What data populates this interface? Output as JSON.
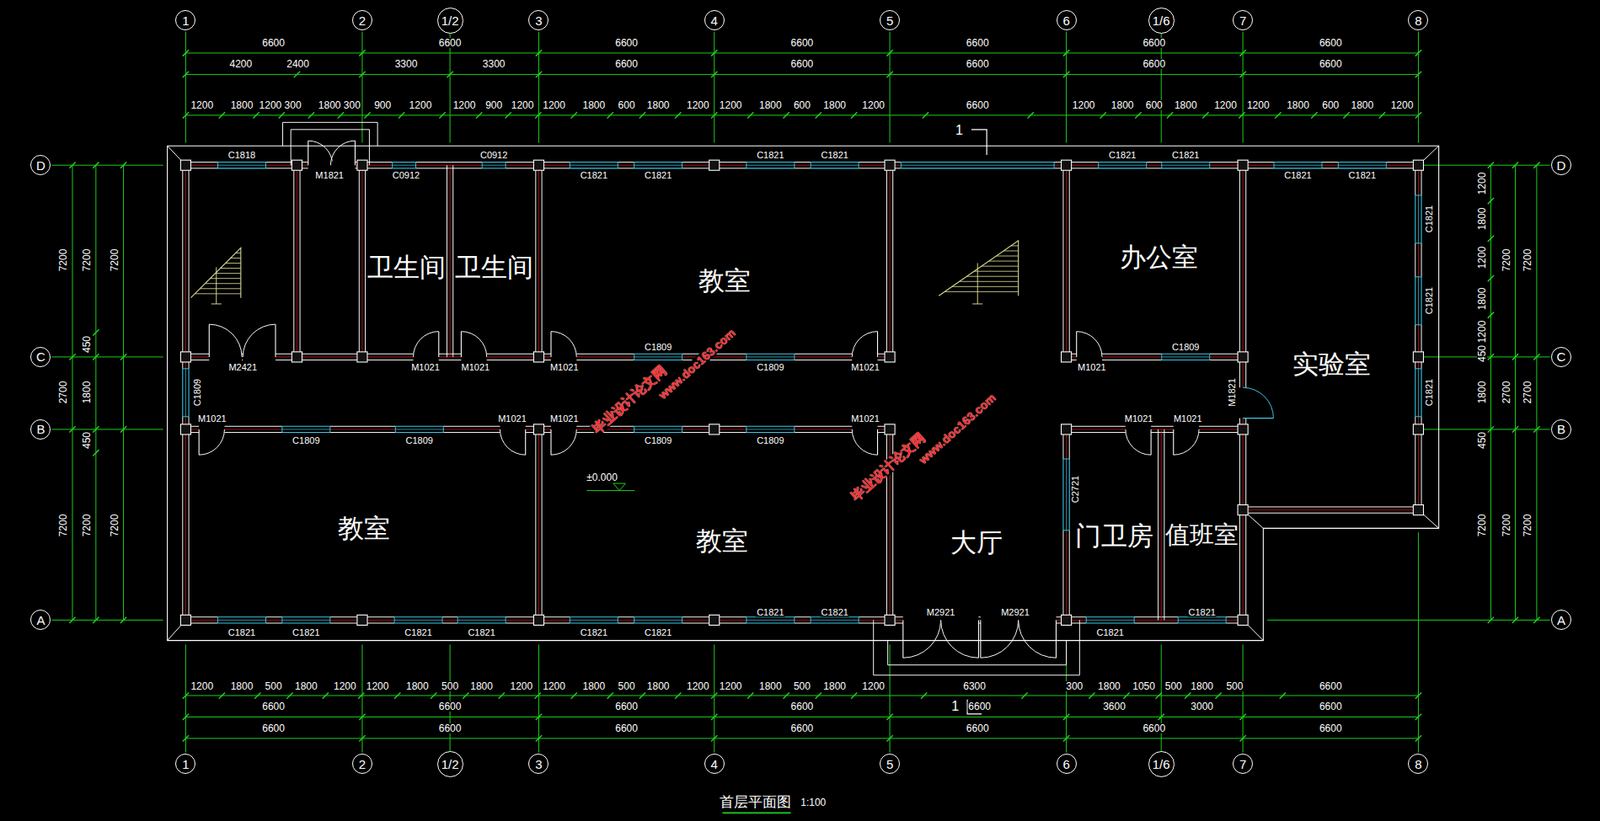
{
  "diagram": {
    "title": "首层平面图",
    "nodes": [
      {
        "text": [
          "1"
        ]
      },
      {
        "text": [
          "2"
        ]
      },
      {
        "text": [
          "1/2"
        ]
      },
      {
        "text": [
          "3"
        ]
      },
      {
        "text": [
          "4"
        ]
      },
      {
        "text": [
          "5"
        ]
      },
      {
        "text": [
          "6"
        ]
      },
      {
        "text": [
          "1/6"
        ]
      },
      {
        "text": [
          "7"
        ]
      },
      {
        "text": [
          "8"
        ]
      },
      {
        "text": [
          "D"
        ]
      },
      {
        "text": [
          "C"
        ]
      },
      {
        "text": [
          "B"
        ]
      },
      {
        "text": [
          "A"
        ]
      },
      {
        "text": [
          "卫生间"
        ]
      },
      {
        "text": [
          "卫生间"
        ]
      },
      {
        "text": [
          "教室"
        ]
      },
      {
        "text": [
          "办公室"
        ]
      },
      {
        "text": [
          "实验室"
        ]
      },
      {
        "text": [
          "教室"
        ]
      },
      {
        "text": [
          "教室"
        ]
      },
      {
        "text": [
          "大厅"
        ]
      },
      {
        "text": [
          "门卫房"
        ]
      },
      {
        "text": [
          "值班室"
        ]
      },
      {
        "text": [
          "D"
        ]
      },
      {
        "text": [
          "C"
        ]
      },
      {
        "text": [
          "B"
        ]
      },
      {
        "text": [
          "A"
        ]
      },
      {
        "text": [
          "1"
        ]
      },
      {
        "text": [
          "2"
        ]
      },
      {
        "text": [
          "1/2"
        ]
      },
      {
        "text": [
          "3"
        ]
      },
      {
        "text": [
          "4"
        ]
      },
      {
        "text": [
          "5"
        ]
      },
      {
        "text": [
          "6"
        ]
      },
      {
        "text": [
          "1/6"
        ]
      },
      {
        "text": [
          "7"
        ]
      },
      {
        "text": [
          "8"
        ]
      }
    ],
    "labels": [
      "6600",
      "6600",
      "6600",
      "6600",
      "6600",
      "6600",
      "6600",
      "4200",
      "2400",
      "3300",
      "3300",
      "6600",
      "6600",
      "6600",
      "6600",
      "6600",
      "1200",
      "1800",
      "1200",
      "300",
      "1800",
      "300",
      "900",
      "1200",
      "1200",
      "900",
      "1200",
      "1200",
      "1800",
      "600",
      "1800",
      "1200",
      "1200",
      "1800",
      "600",
      "1800",
      "1200",
      "6600",
      "1200",
      "1800",
      "600",
      "1800",
      "1200",
      "1200",
      "1800",
      "600",
      "1800",
      "1200",
      "7200",
      "2700",
      "7200",
      "7200",
      "450",
      "1800",
      "450",
      "7200",
      "7200",
      "7200",
      "1200",
      "1800",
      "1200",
      "1800",
      "1200",
      "450",
      "1800",
      "450",
      "7200",
      "7200",
      "2700",
      "7200",
      "7200",
      "2700",
      "7200",
      "C1818",
      "C0912",
      "C1821",
      "C1821",
      "C1821",
      "C1821",
      "M1821",
      "C0912",
      "C1821",
      "C1821",
      "C1821",
      "C1821",
      "C1809",
      "C1809",
      "M2421",
      "M1021",
      "M1021",
      "M1021",
      "C1809",
      "M1021",
      "M1021",
      "M1021",
      "M1021",
      "M1021",
      "M1021",
      "M1021",
      "M1021",
      "C1809",
      "C1809",
      "C1809",
      "C1809",
      "M2921",
      "M2921",
      "C1821",
      "C1821",
      "C1821",
      "C1821",
      "C1821",
      "C1821",
      "C1821",
      "C1821",
      "C1821",
      "C1821",
      "C1809",
      "M1821",
      "C1821",
      "C1821",
      "C1821",
      "C2721",
      "±0.000",
      "1",
      "毕业设计论文网",
      "www.doc163.com",
      "毕业设计论文网",
      "www.doc163.com",
      "1200",
      "1800",
      "500",
      "1800",
      "1200",
      "1200",
      "1800",
      "500",
      "1800",
      "1200",
      "1200",
      "1800",
      "500",
      "1800",
      "1200",
      "1200",
      "1800",
      "500",
      "1800",
      "1200",
      "6300",
      "300",
      "1800",
      "1050",
      "500",
      "1800",
      "500",
      "6600",
      "1",
      "6600",
      "6600",
      "6600",
      "6600",
      "6600",
      "3600",
      "3000",
      "6600",
      "6600",
      "6600",
      "6600",
      "6600",
      "6600",
      "6600",
      "6600",
      "1:100"
    ]
  }
}
